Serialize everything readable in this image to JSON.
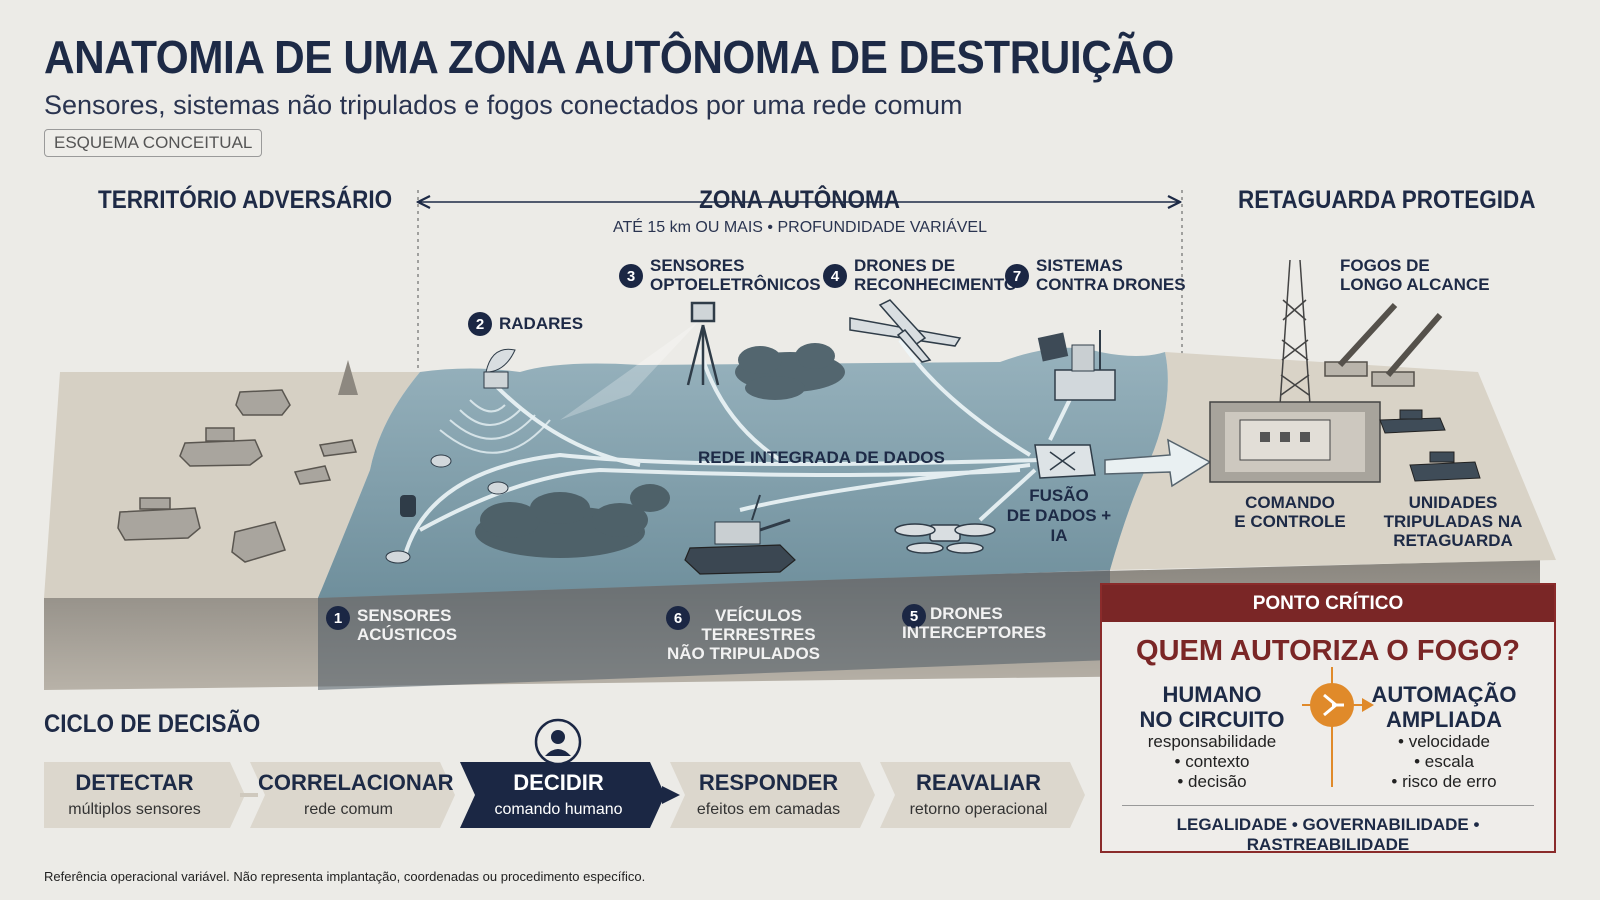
{
  "header": {
    "title": "ANATOMIA DE UMA ZONA AUTÔNOMA DE DESTRUIÇÃO",
    "subtitle": "Sensores, sistemas não tripulados e fogos conectados por uma rede comum",
    "tag": "ESQUEMA CONCEITUAL"
  },
  "regions": {
    "left": "TERRITÓRIO ADVERSÁRIO",
    "center": "ZONA AUTÔNOMA",
    "center_sub": "ATÉ 15 km OU MAIS • PROFUNDIDADE VARIÁVEL",
    "right": "RETAGUARDA PROTEGIDA"
  },
  "elements": [
    {
      "num": "1",
      "line1": "SENSORES",
      "line2": "ACÚSTICOS",
      "line3": ""
    },
    {
      "num": "2",
      "line1": "RADARES",
      "line2": "",
      "line3": ""
    },
    {
      "num": "3",
      "line1": "SENSORES",
      "line2": "OPTOELETRÔNICOS",
      "line3": ""
    },
    {
      "num": "4",
      "line1": "DRONES DE",
      "line2": "RECONHECIMENTO",
      "line3": ""
    },
    {
      "num": "5",
      "line1": "DRONES",
      "line2": "INTERCEPTORES",
      "line3": ""
    },
    {
      "num": "6",
      "line1": "VEÍCULOS",
      "line2": "TERRESTRES",
      "line3": "NÃO TRIPULADOS"
    },
    {
      "num": "7",
      "line1": "SISTEMAS",
      "line2": "CONTRA DRONES",
      "line3": ""
    }
  ],
  "network": {
    "label": "REDE INTEGRADA DE DADOS",
    "fusion_line1": "FUSÃO",
    "fusion_line2": "DE DADOS + IA"
  },
  "rear": {
    "fires_line1": "FOGOS DE",
    "fires_line2": "LONGO ALCANCE",
    "cc_line1": "COMANDO",
    "cc_line2": "E CONTROLE",
    "units_line1": "UNIDADES",
    "units_line2": "TRIPULADAS NA",
    "units_line3": "RETAGUARDA"
  },
  "cycle": {
    "title": "CICLO DE DECISÃO",
    "steps": [
      {
        "label": "DETECTAR",
        "sub": "múltiplos sensores"
      },
      {
        "label": "CORRELACIONAR",
        "sub": "rede comum"
      },
      {
        "label": "DECIDIR",
        "sub": "comando humano"
      },
      {
        "label": "RESPONDER",
        "sub": "efeitos em camadas"
      },
      {
        "label": "REAVALIAR",
        "sub": "retorno operacional"
      }
    ]
  },
  "panel": {
    "header": "PONTO CRÍTICO",
    "question": "QUEM AUTORIZA O FOGO?",
    "left": {
      "title1": "HUMANO",
      "title2": "NO CIRCUITO",
      "items": [
        "responsabilidade",
        "• contexto",
        "• decisão"
      ]
    },
    "right": {
      "title1": "AUTOMAÇÃO",
      "title2": "AMPLIADA",
      "items": [
        "• velocidade",
        "• escala",
        "• risco de erro"
      ]
    },
    "footer": "LEGALIDADE • GOVERNABILIDADE • RASTREABILIDADE"
  },
  "colors": {
    "navy": "#1b2744",
    "zone_blue": "#7e9eab",
    "terrain_beige": "#d6d0c4",
    "critical_red": "#7a2626",
    "accent_orange": "#e08a2a"
  },
  "footnote": "Referência operacional variável. Não representa implantação, coordenadas ou procedimento específico."
}
